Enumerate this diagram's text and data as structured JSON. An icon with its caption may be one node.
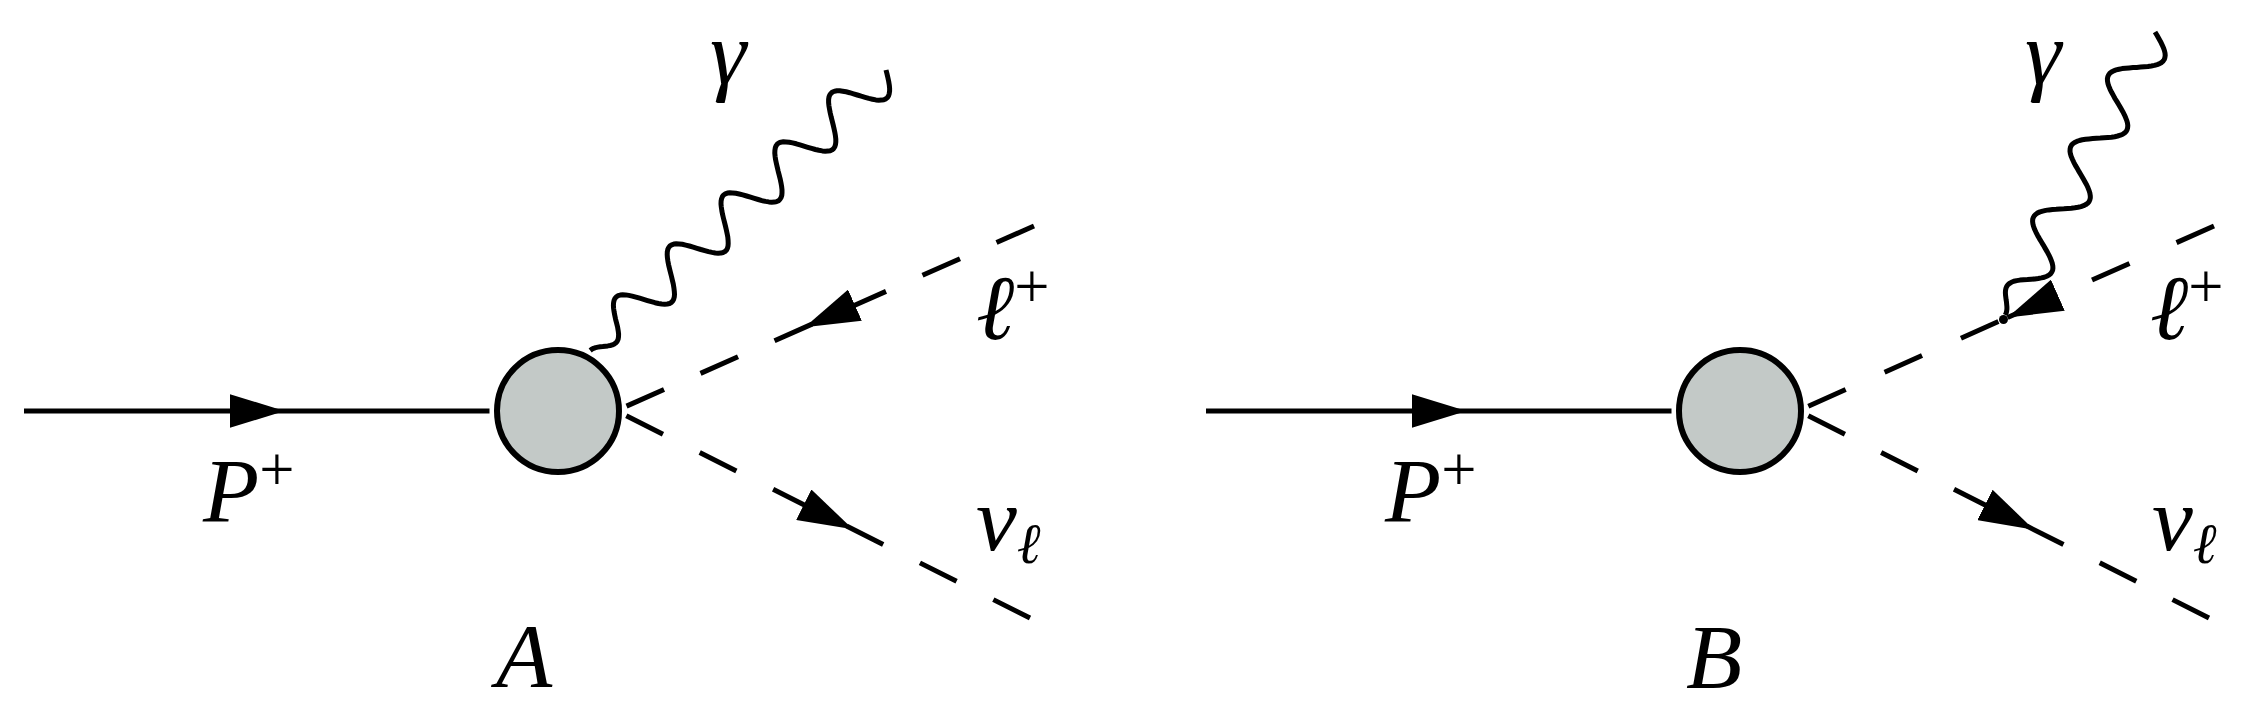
{
  "diagram": {
    "nodes": [
      {
        "text": [],
        "shape": "circle"
      },
      {
        "text": [],
        "shape": "circle"
      },
      {
        "text": [],
        "shape": "dot"
      }
    ],
    "edges": [
      {
        "from": null,
        "to": 0,
        "arrow": "to",
        "label": "P$^{+}$"
      },
      {
        "from": 0,
        "to": null,
        "arrow": "none",
        "label": "γ"
      },
      {
        "from": null,
        "to": 0,
        "arrow": "to",
        "label": "ℓ$^{+}$",
        "style": "dashed"
      },
      {
        "from": 0,
        "to": null,
        "arrow": "to",
        "label": "ν$_{ℓ}$",
        "style": "dashed"
      },
      {
        "from": null,
        "to": 1,
        "arrow": "to",
        "label": "P$^{+}$"
      },
      {
        "from": null,
        "to": 2,
        "arrow": "to",
        "label": "ℓ$^{+}$",
        "style": "dashed"
      },
      {
        "from": 2,
        "to": 1,
        "arrow": "none",
        "style": "dashed"
      },
      {
        "from": 2,
        "to": null,
        "arrow": "none",
        "label": "γ"
      },
      {
        "from": 1,
        "to": null,
        "arrow": "to",
        "label": "ν$_{ℓ}$",
        "style": "dashed"
      }
    ],
    "labels": [
      "A",
      "B"
    ]
  }
}
